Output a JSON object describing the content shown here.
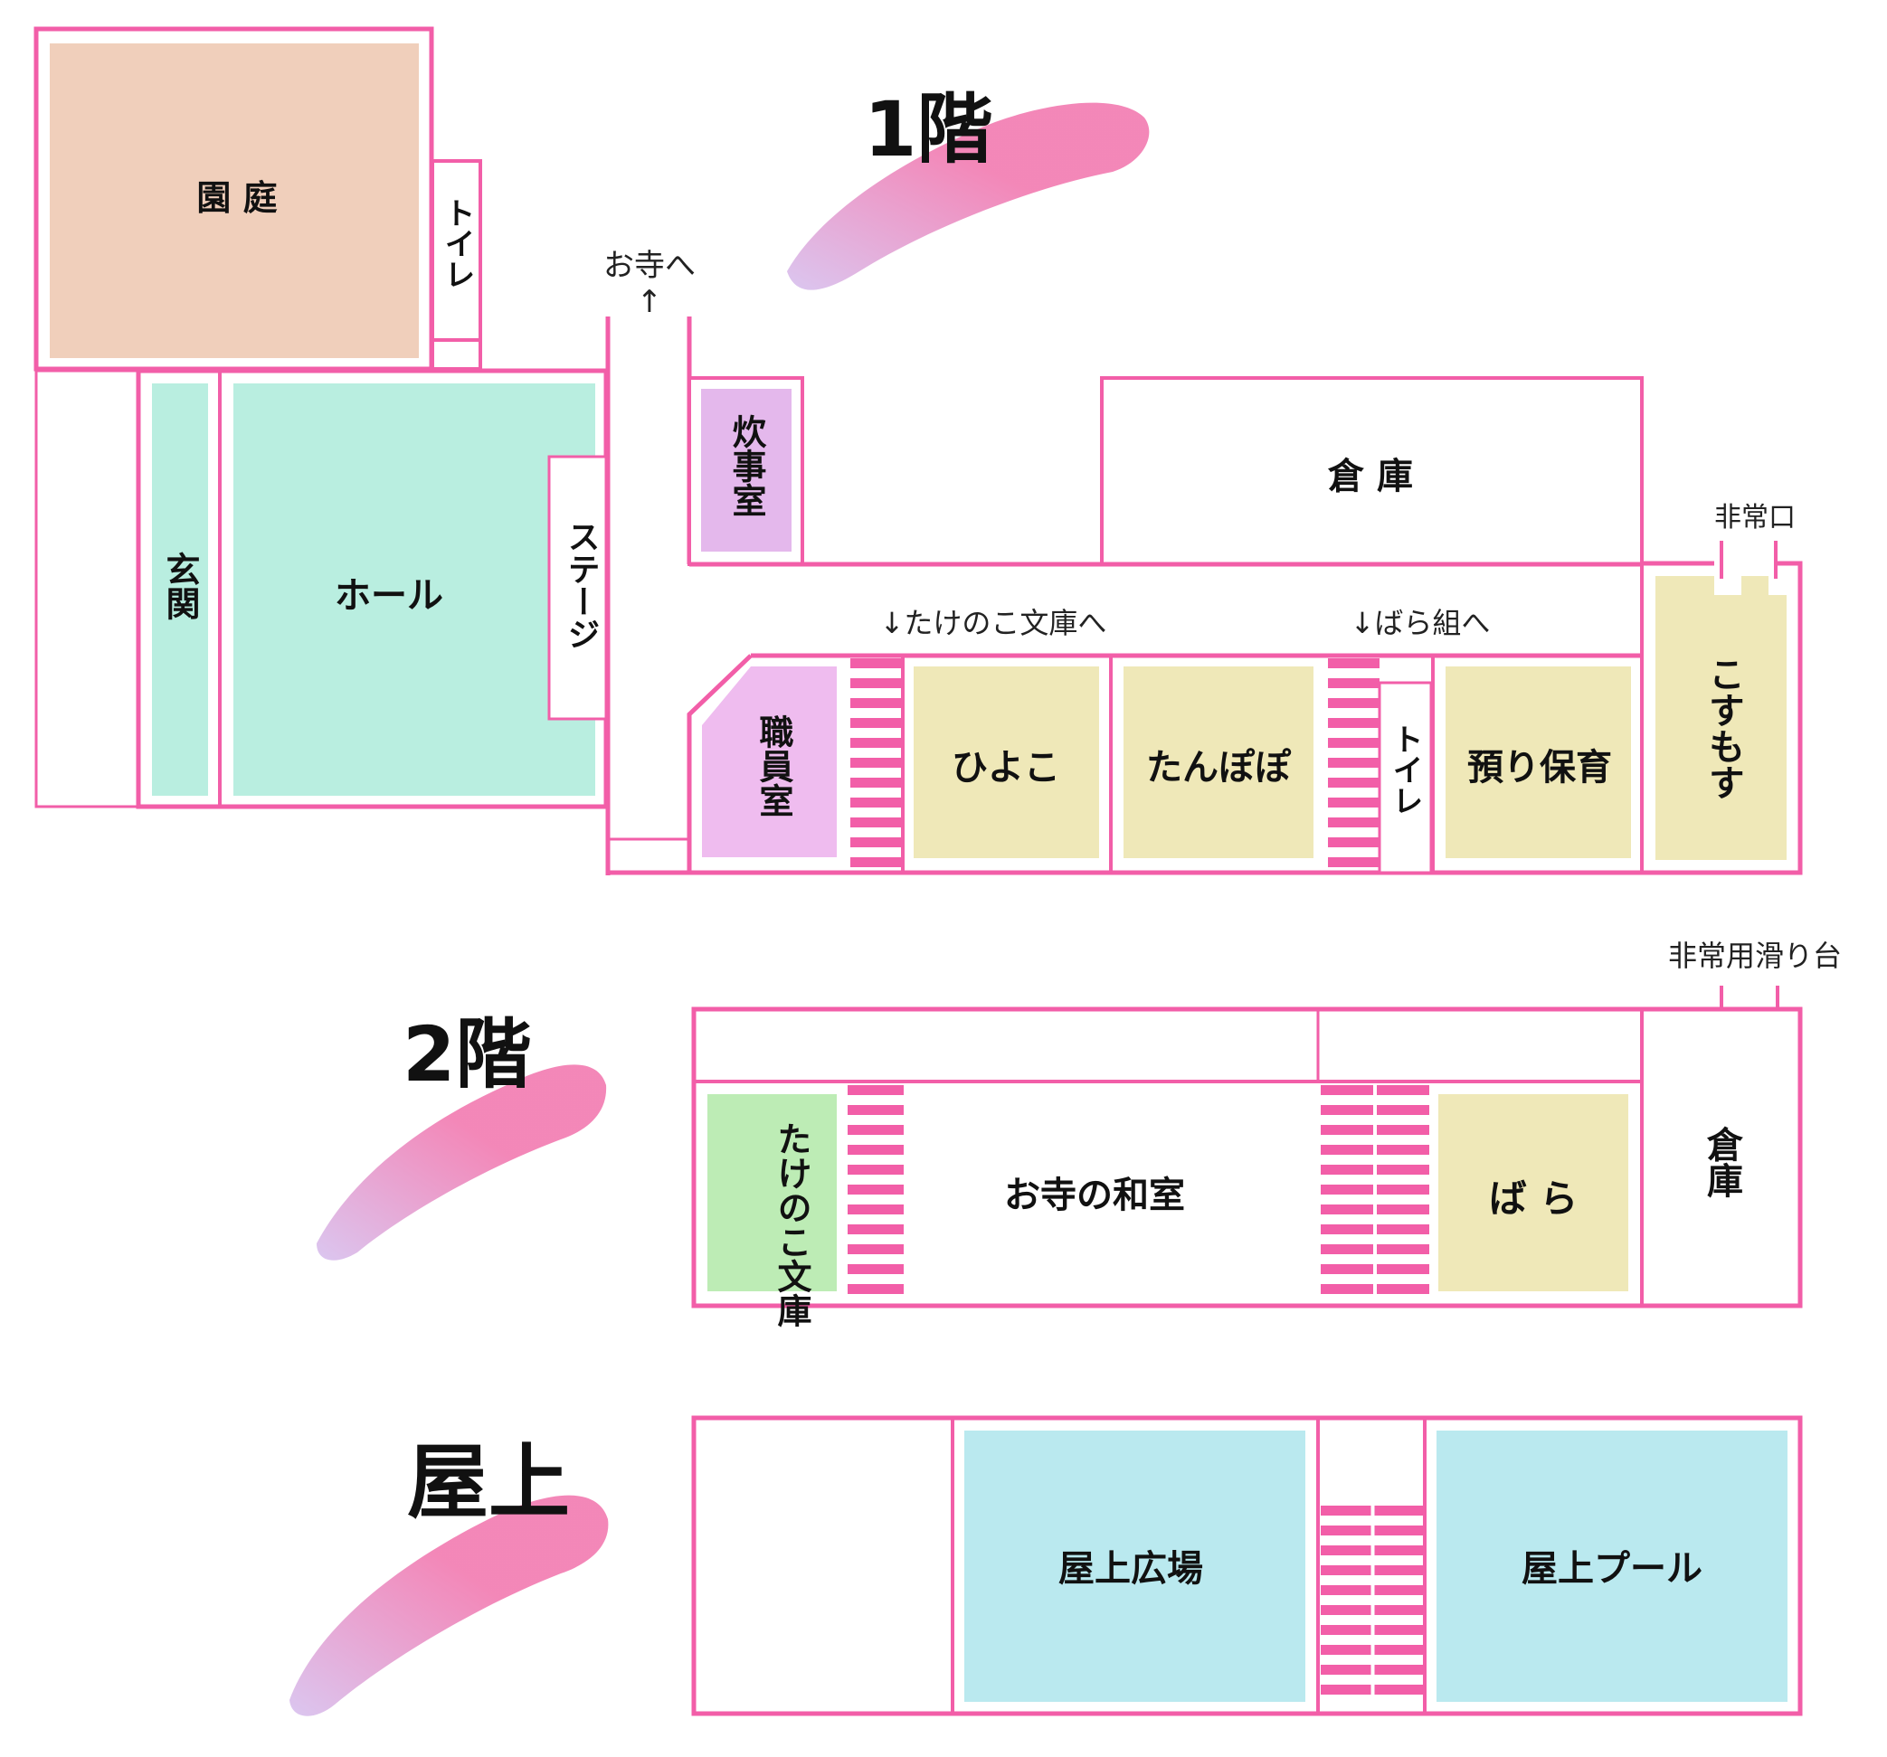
{
  "colors": {
    "wall": "#f25ea8",
    "garden": "#f0cfbb",
    "hall": "#b9eee0",
    "kitchen": "#e4b8ec",
    "staff": "#efbcef",
    "classroom": "#efe8b8",
    "library": "#bdecb5",
    "rooftop": "#bae9ef",
    "brush_start": "#d7c0ee",
    "brush_end": "#f27ab0"
  },
  "floors": {
    "f1": "1階",
    "f2": "2階",
    "roof": "屋上"
  },
  "rooms": {
    "garden": "園 庭",
    "toilet_top": "トイレ",
    "entrance": "玄関",
    "hall": "ホール",
    "stage": "ステージ",
    "kitchen": "炊事室",
    "storage_1f": "倉 庫",
    "staff_room": "職員室",
    "hiyoko": "ひよこ",
    "tanpopo": "たんぽぽ",
    "toilet_mid": "トイレ",
    "azukari": "預り保育",
    "kosumosu": "こすもす",
    "takenoko": "たけのこ文庫",
    "washitsu": "お寺の和室",
    "bara": "ば ら",
    "storage_2f": "倉庫",
    "rooftop_plaza": "屋上広場",
    "rooftop_pool": "屋上プール"
  },
  "notes": {
    "to_temple": "お寺へ",
    "to_temple_arrow": "↑",
    "emergency_exit": "非常口",
    "to_takenoko": "↓たけのこ文庫へ",
    "to_bara": "↓ばら組へ",
    "emergency_slide": "非常用滑り台"
  }
}
